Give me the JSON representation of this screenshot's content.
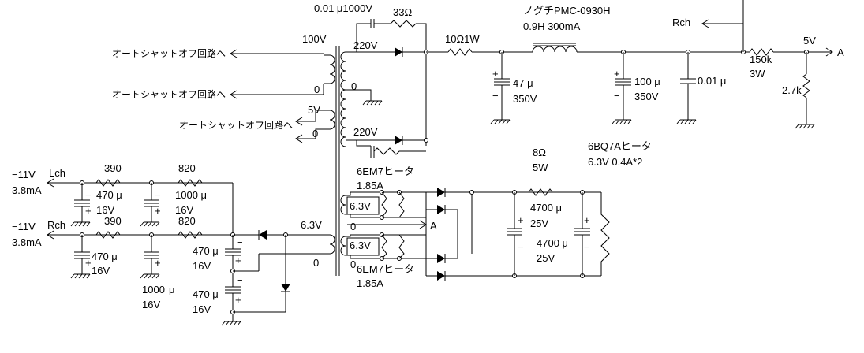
{
  "labels": {
    "cap_001": "0.01 μ1000V",
    "r_33": "33Ω",
    "choke_name": "ノグチPMC-0930H",
    "choke_spec": "0.9H 300mA",
    "rch_top": "Rch",
    "out_5v": "5V",
    "out_a": "A",
    "r_10_1w": "10Ω1W",
    "v100": "100V",
    "v220_top": "220V",
    "v220_bot": "220V",
    "zero_mid": "0",
    "zero_pri": "0",
    "zero_5v": "0",
    "zero_63": "0",
    "zero_heater": "0",
    "zero_heater2": "0",
    "autoshut1": "オートシャットオフ回路へ",
    "autoshut2": "オートシャットオフ回路へ",
    "autoshut3": "オートシャットオフ回路へ",
    "v5_sec": "5V",
    "c47": "47 μ",
    "c47_v": "350V",
    "c100": "100 μ",
    "c100_v": "350V",
    "c001b": "0.01 μ",
    "r150k": "150k",
    "r150k_w": "3W",
    "r27k": "2.7k",
    "r8": "8Ω",
    "r8_w": "5W",
    "bq7a": "6BQ7Aヒータ",
    "bq7a_spec": "6.3V 0.4A*2",
    "em7_top": "6EM7ヒータ",
    "em7_top_a": "1.85A",
    "em7_bot": "6EM7ヒータ",
    "em7_bot_a": "1.85A",
    "h63_1": "6.3V",
    "h63_2": "6.3V",
    "h_a": "A",
    "c4700_1": "4700 μ",
    "c4700_1v": "25V",
    "c4700_2": "4700 μ",
    "c4700_2v": "25V",
    "neg11_l": "−11V",
    "ma_l": "3.8mA",
    "lch": "Lch",
    "neg11_r": "−11V",
    "ma_r": "3.8mA",
    "rch": "Rch",
    "r390_1": "390",
    "r820_1": "820",
    "r390_2": "390",
    "r820_2": "820",
    "c470_a": "470 μ",
    "c470_a_v": "16V",
    "c1000_a": "1000 μ",
    "c1000_a_v": "16V",
    "c470_b": "470 μ",
    "c470_b_v": "16V",
    "c1000_b": "1000",
    "c1000_b_u": "μ",
    "c1000_b_v": "16V",
    "c470_c": "470 μ",
    "c470_c_v": "16V",
    "c470_d": "470 μ",
    "c470_d_v": "16V",
    "v63_sec": "6.3V",
    "zero_63b": "0",
    "plus": "+",
    "minus": "−"
  }
}
